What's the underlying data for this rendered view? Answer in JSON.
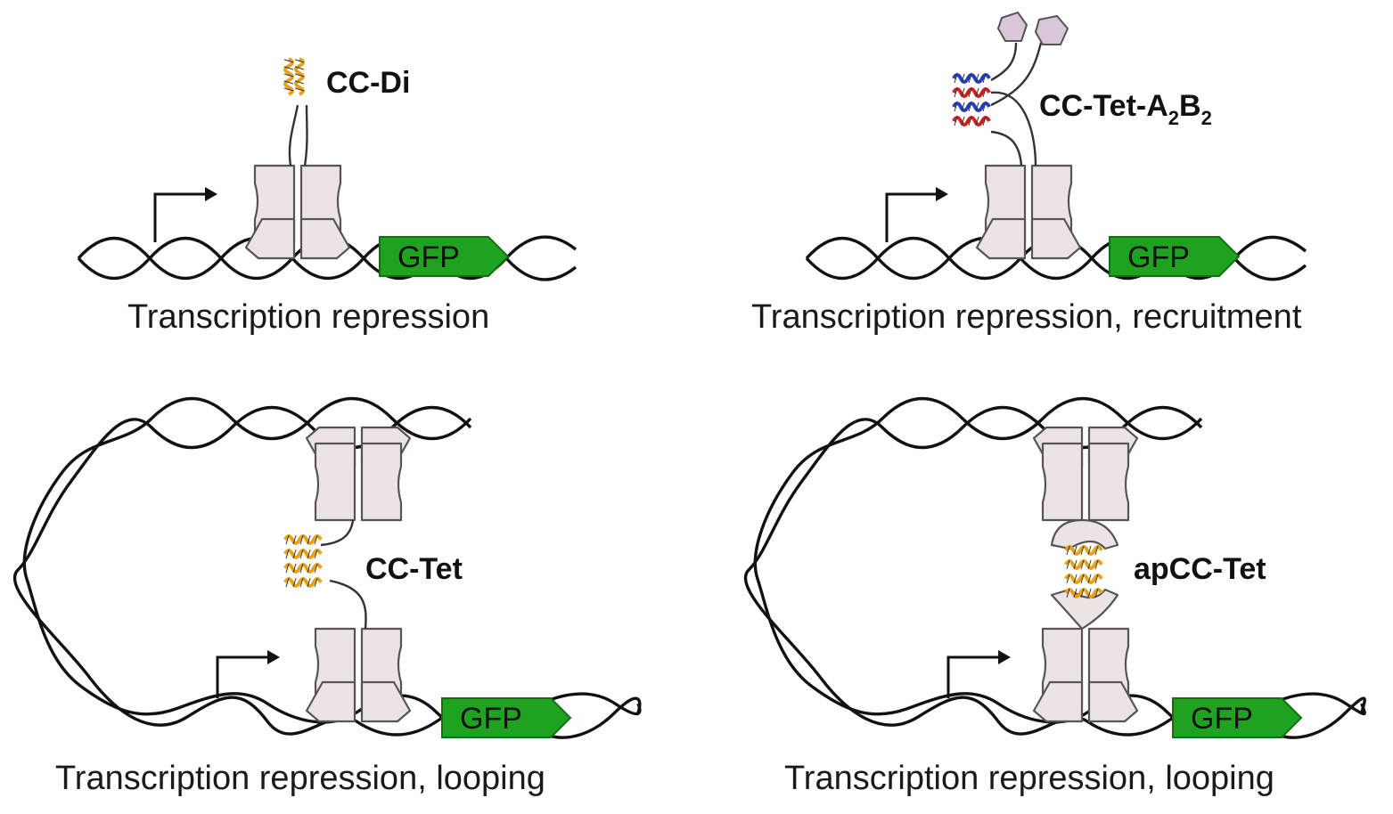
{
  "colors": {
    "gfp": "#1fa21f",
    "protein": "#ece4e4",
    "helix_orange": "#e8a21a",
    "helix_blue": "#1f3fbf",
    "helix_red": "#d11f1f",
    "cargo": "#d9c6d9"
  },
  "panels": [
    {
      "id": "top-left",
      "label": "CC-Di",
      "gene": "GFP",
      "caption": "Transcription repression"
    },
    {
      "id": "top-right",
      "label_main": "CC-Tet-A",
      "label_sub1": "2",
      "label_mid": "B",
      "label_sub2": "2",
      "gene": "GFP",
      "caption": "Transcription repression, recruitment"
    },
    {
      "id": "bottom-left",
      "label": "CC-Tet",
      "gene": "GFP",
      "caption": "Transcription repression, looping"
    },
    {
      "id": "bottom-right",
      "label": "apCC-Tet",
      "gene": "GFP",
      "caption": "Transcription repression, looping"
    }
  ]
}
